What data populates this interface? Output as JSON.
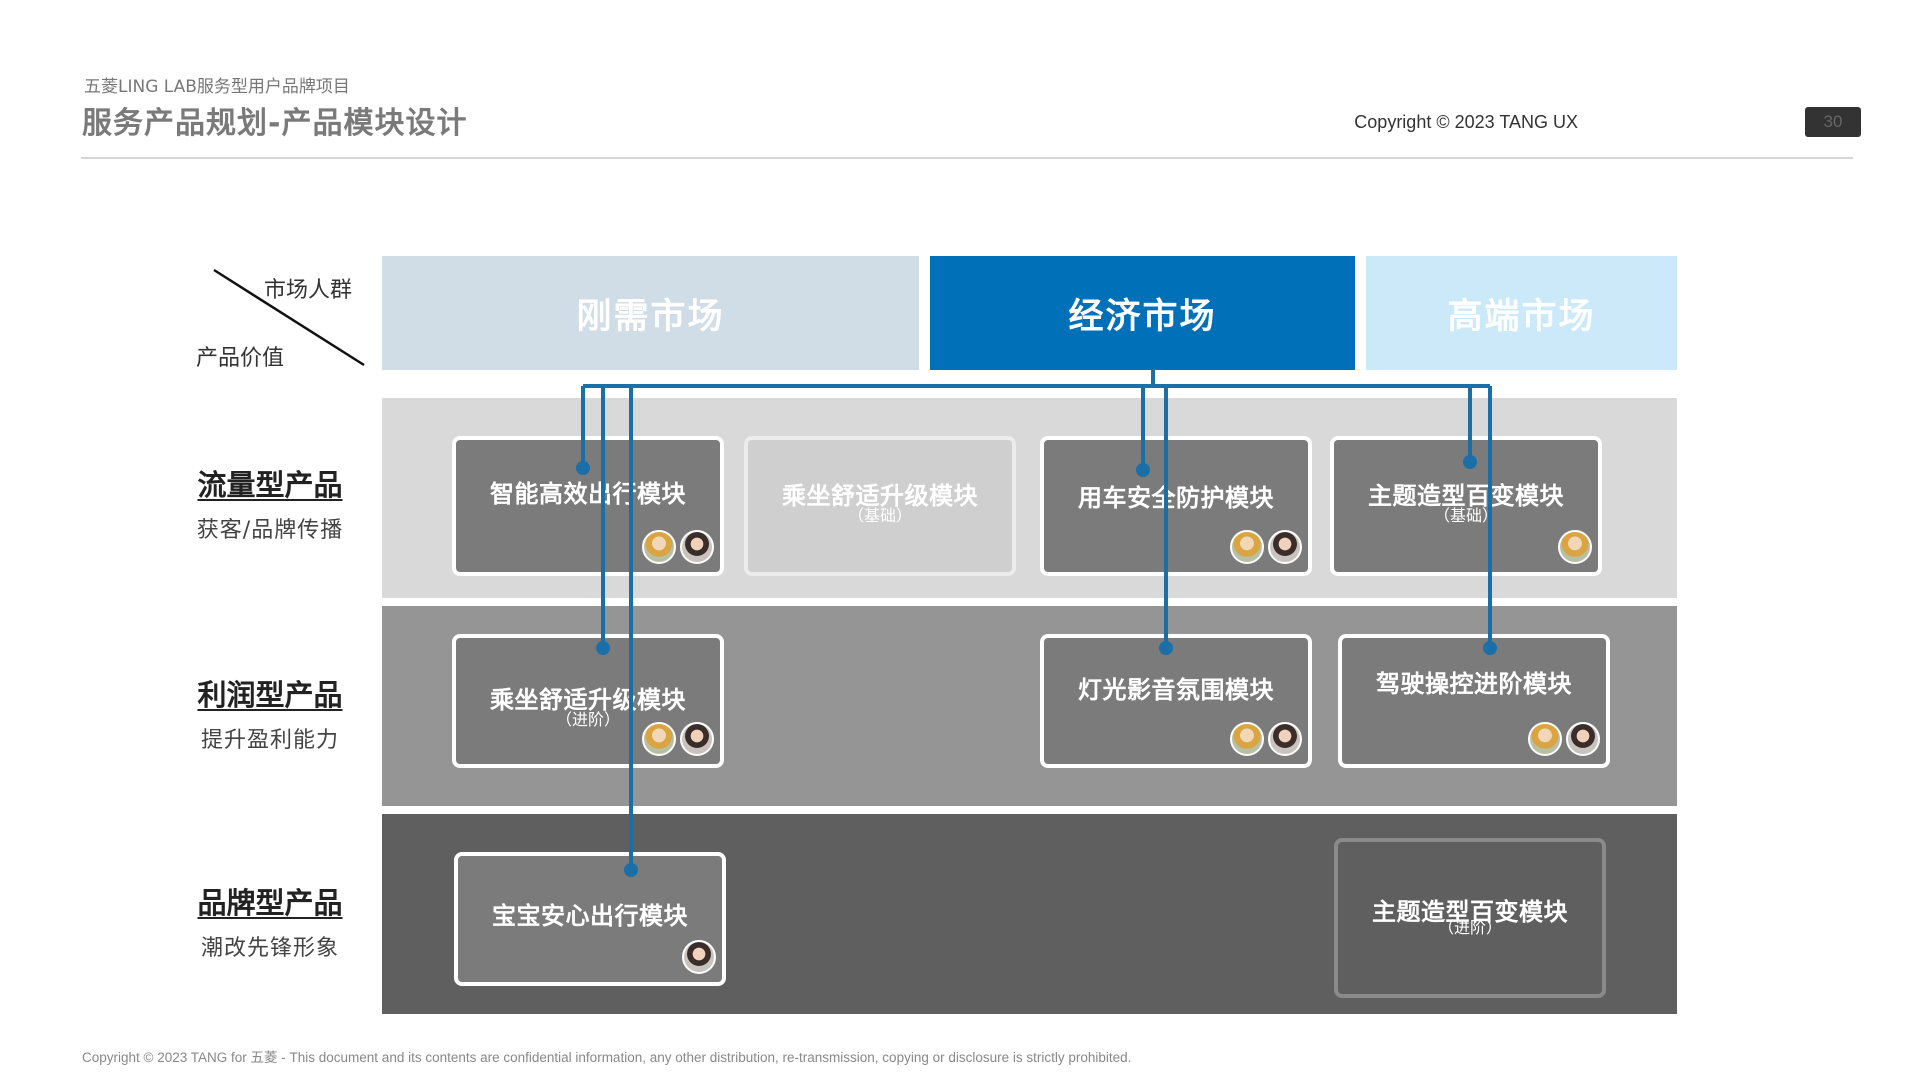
{
  "header": {
    "subtitle": "五菱LING LAB服务型用户品牌项目",
    "title": "服务产品规划-产品模块设计",
    "copyright": "Copyright © 2023 TANG UX",
    "page_number": "30"
  },
  "corner": {
    "top_label": "市场人群",
    "bottom_label": "产品价值"
  },
  "markets": {
    "m1": "刚需市场",
    "m2": "经济市场",
    "m3": "高端市场"
  },
  "rows": {
    "r1": {
      "title": "流量型产品",
      "subtitle": "获客/品牌传播"
    },
    "r2": {
      "title": "利润型产品",
      "subtitle": "提升盈利能力"
    },
    "r3": {
      "title": "品牌型产品",
      "subtitle": "潮改先锋形象"
    }
  },
  "modules": {
    "mod1": {
      "name": "智能高效出行模块"
    },
    "mod2": {
      "name": "乘坐舒适升级模块",
      "tag": "（基础）"
    },
    "mod3": {
      "name": "用车安全防护模块"
    },
    "mod4": {
      "name": "主题造型百变模块",
      "tag": "（基础）"
    },
    "mod5": {
      "name": "乘坐舒适升级模块",
      "tag": "（进阶）"
    },
    "mod6": {
      "name": "灯光影音氛围模块"
    },
    "mod7": {
      "name": "驾驶操控进阶模块"
    },
    "mod8": {
      "name": "宝宝安心出行模块"
    },
    "mod9": {
      "name": "主题造型百变模块",
      "tag": "（进阶）"
    }
  },
  "colors": {
    "connector": "#1a6fa8",
    "economy_market": "#0070b8",
    "rigid_market": "#d0dde6",
    "premium_market": "#cbe9f9"
  },
  "footer": "Copyright © 2023 TANG for 五菱 - This document and its contents are confidential information, any other distribution, re-transmission, copying or disclosure is strictly prohibited."
}
